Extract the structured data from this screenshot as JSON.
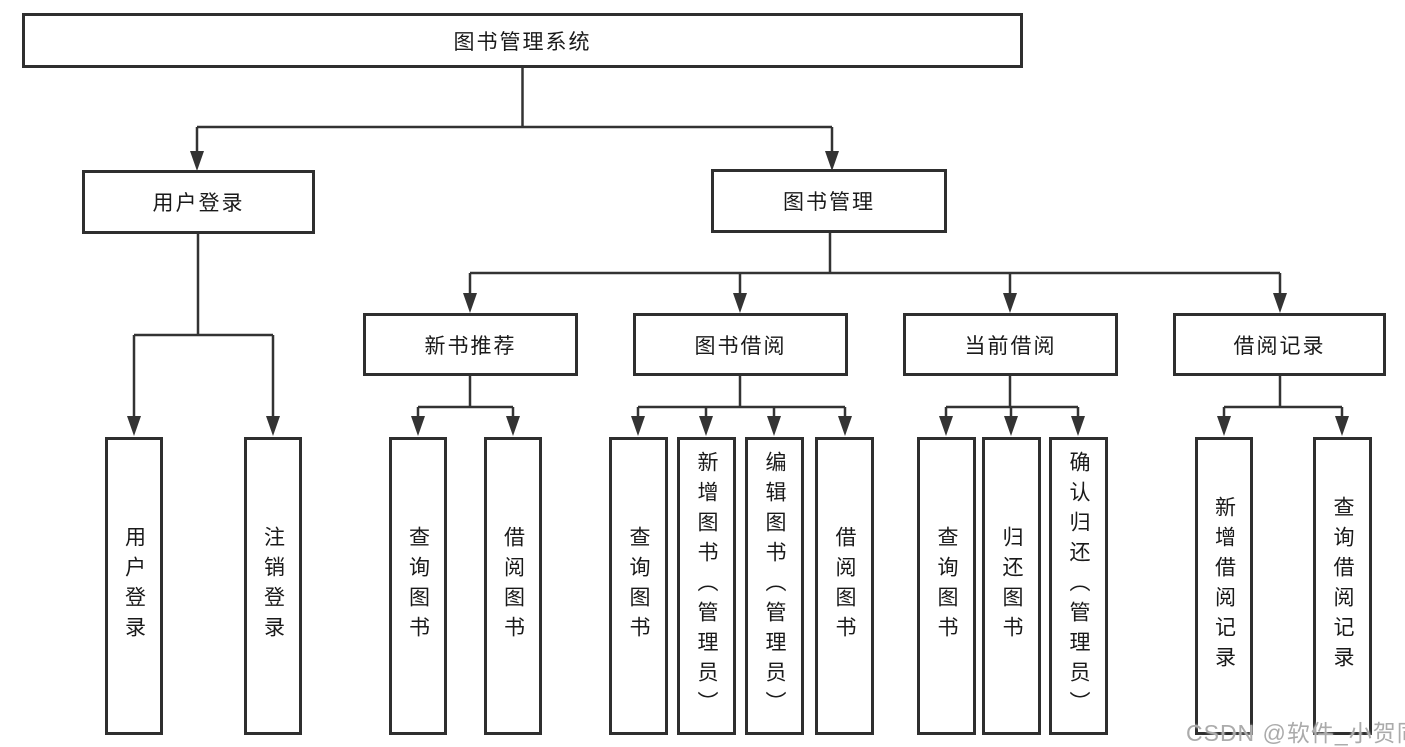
{
  "tree": {
    "label": "图书管理系统",
    "children": [
      {
        "label": "用户登录",
        "children": [
          {
            "label": "用户登录"
          },
          {
            "label": "注销登录"
          }
        ]
      },
      {
        "label": "图书管理",
        "children": [
          {
            "label": "新书推荐",
            "children": [
              {
                "label": "查询图书"
              },
              {
                "label": "借阅图书"
              }
            ]
          },
          {
            "label": "图书借阅",
            "children": [
              {
                "label": "查询图书"
              },
              {
                "label": "新增图书（管理员）"
              },
              {
                "label": "编辑图书（管理员）"
              },
              {
                "label": "借阅图书"
              }
            ]
          },
          {
            "label": "当前借阅",
            "children": [
              {
                "label": "查询图书"
              },
              {
                "label": "归还图书"
              },
              {
                "label": "确认归还（管理员）"
              }
            ]
          },
          {
            "label": "借阅记录",
            "children": [
              {
                "label": "新增借阅记录"
              },
              {
                "label": "查询借阅记录"
              }
            ]
          }
        ]
      }
    ]
  },
  "watermark": {
    "text": "CSDN @软件_小贺同学"
  },
  "colors": {
    "line": "#333333",
    "box_border": "#2f2f2f",
    "box_background": "#ffffff",
    "text": "#1a1a1a",
    "watermark": "#ababab"
  }
}
